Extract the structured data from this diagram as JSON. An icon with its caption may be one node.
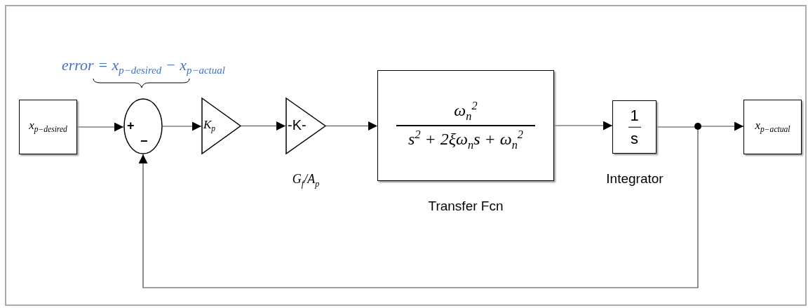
{
  "diagram": {
    "nodes": [
      {
        "text": [
          "x$_{p−desired}$"
        ]
      },
      {
        "text": [
          "+",
          "−"
        ]
      },
      {
        "text": [
          "K$_{p}$"
        ]
      },
      {
        "text": [
          "-K-"
        ],
        "beside": [
          "G$_{f}$/A$_{p}$"
        ]
      },
      {
        "text": [
          "ω$_{n}$$^{2}$",
          "s$^{2}$ + 2ξω$_{n}$s + ω$_{n}$$^{2}$"
        ],
        "beside": [
          "Transfer Fcn"
        ]
      },
      {
        "text": [
          "1",
          "s"
        ],
        "beside": [
          "Integrator"
        ]
      },
      {
        "text": [],
        "shape": "circle"
      },
      {
        "text": [
          "x$_{p−actual}$"
        ]
      }
    ],
    "edges": [
      {
        "from": 0,
        "to": 1,
        "arrow": "to"
      },
      {
        "from": 1,
        "to": 2,
        "arrow": "to"
      },
      {
        "from": 2,
        "to": 3,
        "arrow": "to"
      },
      {
        "from": 3,
        "to": 4,
        "arrow": "to"
      },
      {
        "from": 4,
        "to": 5,
        "arrow": "to"
      },
      {
        "from": 5,
        "to": 6,
        "arrow": "none"
      },
      {
        "from": 6,
        "to": 7,
        "arrow": "to"
      },
      {
        "from": 6,
        "to": 1,
        "arrow": "to"
      }
    ],
    "labels": [
      "error = x$_{p−desired}$ − x$_{p−actual}$"
    ]
  }
}
